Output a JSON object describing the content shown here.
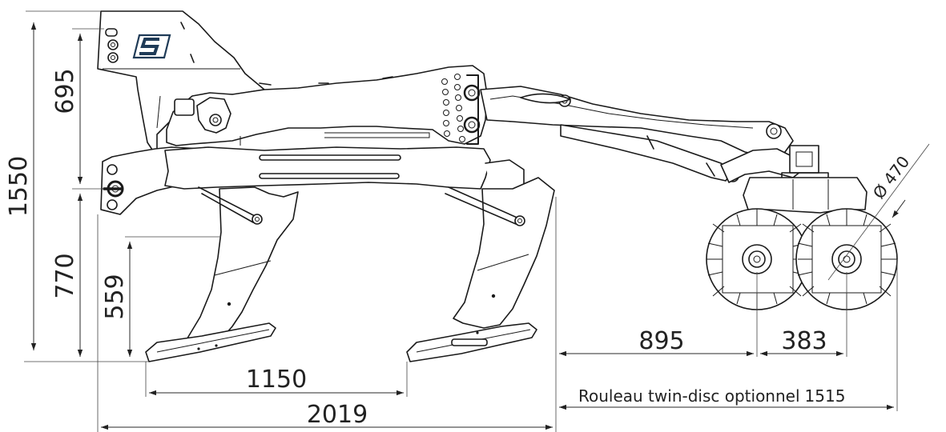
{
  "diagram": {
    "dimensions": {
      "total_height": "1550",
      "upper_height": "695",
      "lower_height": "770",
      "working_depth": "559",
      "leg_spacing": "1150",
      "total_length": "2019",
      "roller_offset": "895",
      "disc_spacing": "383",
      "disc_diameter": "Ø 470"
    },
    "roller_label": "Rouleau twin-disc optionnel",
    "roller_length": "1515"
  },
  "colors": {
    "line": "#1a1a1a",
    "logo": "#1f3b57"
  },
  "icons": {
    "logo": "brand-logo-icon"
  }
}
